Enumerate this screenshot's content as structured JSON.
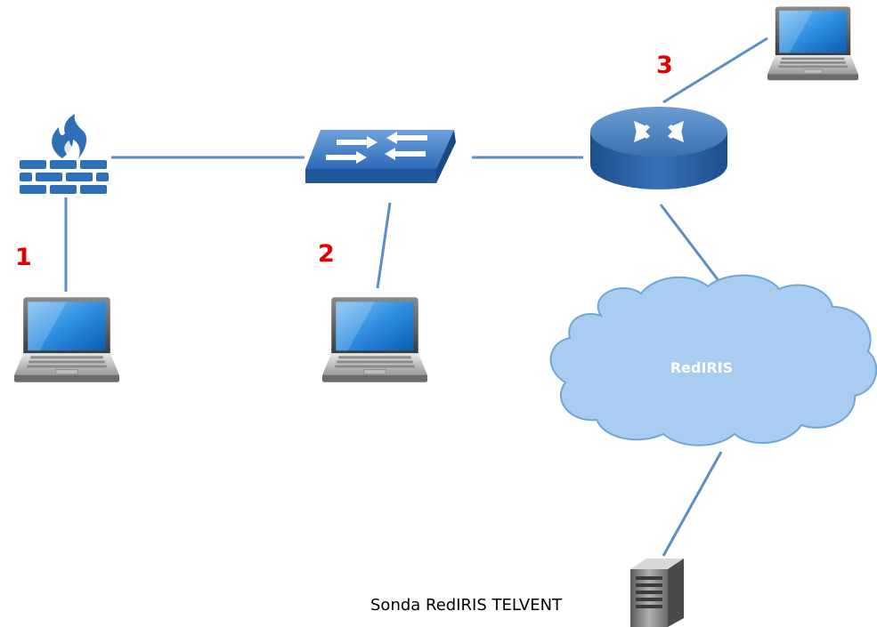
{
  "colors": {
    "link": "#5b8fc4",
    "number_label": "#e00000",
    "device_blue": "#2f6fb5",
    "cloud_fill": "#a8cdf0",
    "cloud_stroke": "#6fa6d8",
    "cloud_text": "#ffffff"
  },
  "nodes": {
    "firewall": {
      "icon": "firewall-icon"
    },
    "switch": {
      "icon": "switch-icon"
    },
    "router": {
      "icon": "router-icon"
    },
    "cloud": {
      "icon": "cloud-icon",
      "label": "RedIRIS"
    },
    "server": {
      "icon": "server-icon",
      "label": "Sonda RedIRIS TELVENT"
    },
    "laptops": [
      {
        "icon": "laptop-icon"
      },
      {
        "icon": "laptop-icon"
      },
      {
        "icon": "laptop-icon"
      }
    ]
  },
  "numbers": [
    "1",
    "2",
    "3"
  ]
}
